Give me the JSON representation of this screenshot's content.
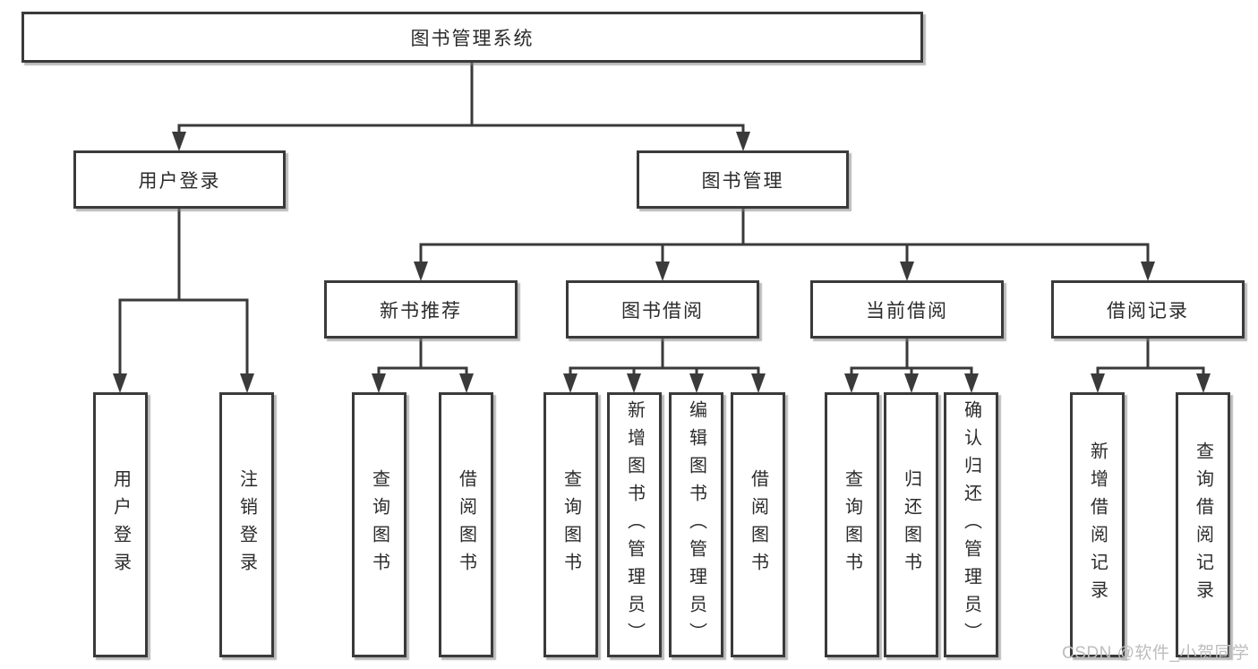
{
  "colors": {
    "line": "#3a3a3a",
    "box_fill": "#ffffff",
    "text": "#2b2b2b",
    "watermark": "#bdbdbd",
    "page_bg": "#ffffff"
  },
  "tree": {
    "root": "图书管理系统",
    "children": [
      {
        "label": "用户登录",
        "children": [
          {
            "label": "用户登录"
          },
          {
            "label": "注销登录"
          }
        ]
      },
      {
        "label": "图书管理",
        "children": [
          {
            "label": "新书推荐",
            "children": [
              {
                "label": "查询图书"
              },
              {
                "label": "借阅图书"
              }
            ]
          },
          {
            "label": "图书借阅",
            "children": [
              {
                "label": "查询图书"
              },
              {
                "label": "新增图书（管理员）"
              },
              {
                "label": "编辑图书（管理员）"
              },
              {
                "label": "借阅图书"
              }
            ]
          },
          {
            "label": "当前借阅",
            "children": [
              {
                "label": "查询图书"
              },
              {
                "label": "归还图书"
              },
              {
                "label": "确认归还（管理员）"
              }
            ]
          },
          {
            "label": "借阅记录",
            "children": [
              {
                "label": "新增借阅记录"
              },
              {
                "label": "查询借阅记录"
              }
            ]
          }
        ]
      }
    ]
  },
  "watermark": "CSDN @软件_小贺同学"
}
